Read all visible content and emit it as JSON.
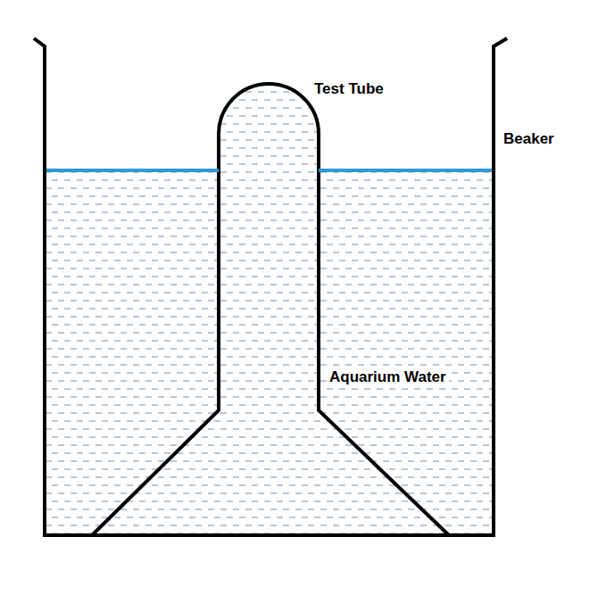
{
  "diagram": {
    "labels": [
      "Test Tube",
      "Beaker",
      "Aquarium Water"
    ]
  }
}
